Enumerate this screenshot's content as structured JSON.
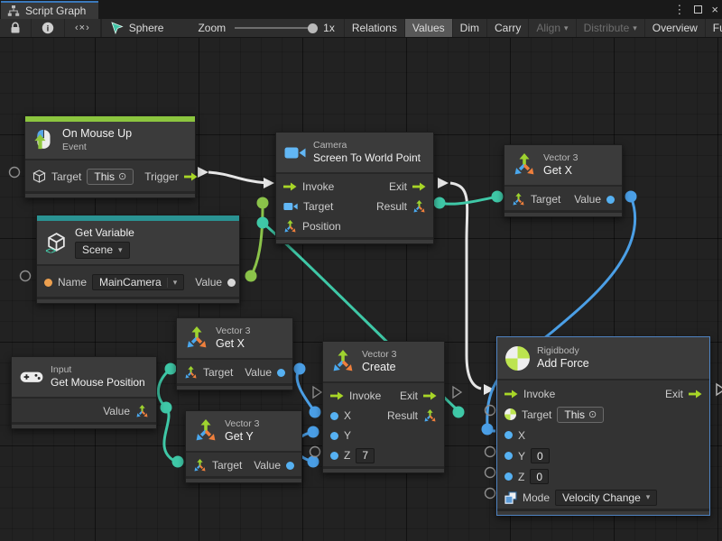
{
  "window": {
    "tab_title": "Script Graph"
  },
  "icons": {
    "menu": "⋮",
    "close": "×",
    "caret_down": "▾",
    "target_dot": "⊙",
    "code": "‹×›"
  },
  "toolbar": {
    "graph_owner": "Sphere",
    "zoom_label": "Zoom",
    "zoom_value": "1x",
    "buttons": {
      "relations": "Relations",
      "values": "Values",
      "dim": "Dim",
      "carry": "Carry",
      "align": "Align",
      "distribute": "Distribute",
      "overview": "Overview",
      "full_screen": "Full Screen"
    }
  },
  "nodes": {
    "on_mouse_up": {
      "title": "On Mouse Up",
      "subtitle": "Event",
      "target_label": "Target",
      "target_value": "This",
      "trigger_label": "Trigger"
    },
    "get_variable": {
      "title": "Get Variable",
      "scope": "Scene",
      "name_label": "Name",
      "name_value": "MainCamera",
      "value_label": "Value"
    },
    "camera": {
      "type_label": "Camera",
      "title": "Screen To World Point",
      "invoke_label": "Invoke",
      "exit_label": "Exit",
      "target_label": "Target",
      "result_label": "Result",
      "position_label": "Position"
    },
    "get_x_top": {
      "type_label": "Vector 3",
      "title": "Get X",
      "target_label": "Target",
      "value_label": "Value"
    },
    "get_x_mid": {
      "type_label": "Vector 3",
      "title": "Get X",
      "target_label": "Target",
      "value_label": "Value"
    },
    "get_y": {
      "type_label": "Vector 3",
      "title": "Get Y",
      "target_label": "Target",
      "value_label": "Value"
    },
    "get_mouse_position": {
      "type_label": "Input",
      "title": "Get Mouse Position",
      "value_label": "Value"
    },
    "create": {
      "type_label": "Vector 3",
      "title": "Create",
      "invoke_label": "Invoke",
      "exit_label": "Exit",
      "x_label": "X",
      "y_label": "Y",
      "z_label": "Z",
      "z_value": "7",
      "result_label": "Result"
    },
    "add_force": {
      "type_label": "Rigidbody",
      "title": "Add Force",
      "selected": true,
      "invoke_label": "Invoke",
      "exit_label": "Exit",
      "target_label": "Target",
      "target_value": "This",
      "x_label": "X",
      "y_label": "Y",
      "y_value": "0",
      "z_label": "Z",
      "z_value": "0",
      "mode_label": "Mode",
      "mode_value": "Velocity Change"
    }
  },
  "connections": [
    {
      "from": "On Mouse Up.Trigger",
      "to": "Screen To World Point.Invoke",
      "type": "flow"
    },
    {
      "from": "Screen To World Point.Exit",
      "to": "Add Force.Invoke",
      "type": "flow"
    },
    {
      "from": "Get Variable.Value",
      "to": "Screen To World Point.Target",
      "type": "value-object"
    },
    {
      "from": "Create.Result",
      "to": "Screen To World Point.Position",
      "type": "value-vector3"
    },
    {
      "from": "Screen To World Point.Result",
      "to": "Get X (top).Target",
      "type": "value-vector3"
    },
    {
      "from": "Get X (top).Value",
      "to": "Add Force.X",
      "type": "value-float"
    },
    {
      "from": "Get Mouse Position.Value",
      "to": "Get X (mid).Target",
      "type": "value-vector3"
    },
    {
      "from": "Get Mouse Position.Value",
      "to": "Get Y.Target",
      "type": "value-vector3"
    },
    {
      "from": "Get X (mid).Value",
      "to": "Create.X",
      "type": "value-float"
    },
    {
      "from": "Get Y.Value",
      "to": "Create.Y",
      "type": "value-float"
    }
  ],
  "colors": {
    "event_accent": "#8cc63f",
    "variable_accent": "#2a9393",
    "selection": "#4f83c2",
    "flow_wire": "#e6e6e6",
    "wire_blue": "#4b9fe6",
    "wire_teal": "#3fc8a7",
    "wire_green": "#8bc34a",
    "port_blue": "#56b1f2",
    "port_orange": "#eda04f",
    "port_lime": "#a8d627"
  }
}
